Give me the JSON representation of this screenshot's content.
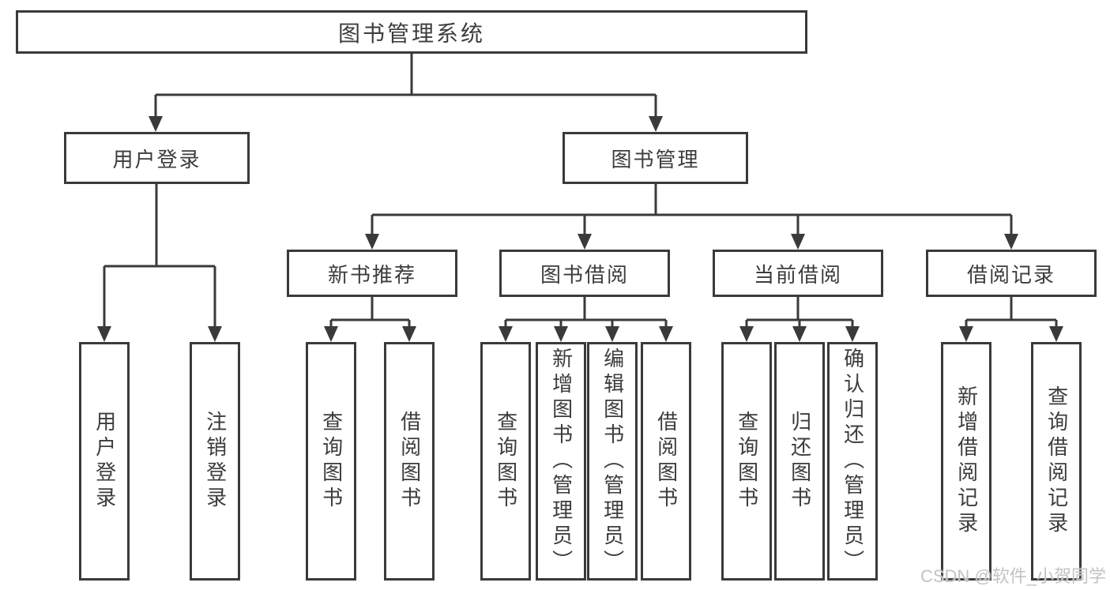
{
  "colors": {
    "line": "#3a3a3a",
    "text": "#3c3c40",
    "box_bg": "#ffffff",
    "page_bg": "#ffffff",
    "watermark": "#c3c3c3"
  },
  "tree": {
    "root": {
      "label": "图书管理系统"
    },
    "branches": [
      {
        "label": "用户登录",
        "children": [
          {
            "label": "用户登录"
          },
          {
            "label": "注销登录"
          }
        ]
      },
      {
        "label": "图书管理",
        "groups": [
          {
            "label": "新书推荐",
            "children": [
              {
                "label": "查询图书"
              },
              {
                "label": "借阅图书"
              }
            ]
          },
          {
            "label": "图书借阅",
            "children": [
              {
                "label": "查询图书"
              },
              {
                "label": "新增图书（管理员）"
              },
              {
                "label": "编辑图书（管理员）"
              },
              {
                "label": "借阅图书"
              }
            ]
          },
          {
            "label": "当前借阅",
            "children": [
              {
                "label": "查询图书"
              },
              {
                "label": "归还图书"
              },
              {
                "label": "确认归还（管理员）"
              }
            ]
          },
          {
            "label": "借阅记录",
            "children": [
              {
                "label": "新增借阅记录"
              },
              {
                "label": "查询借阅记录"
              }
            ]
          }
        ]
      }
    ]
  },
  "watermark": {
    "text": "CSDN @软件_小贺同学"
  }
}
